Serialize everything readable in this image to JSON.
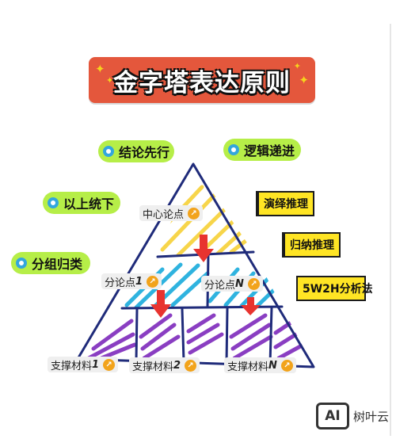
{
  "title": "金字塔表达原则",
  "tags_left": [
    {
      "label": "结论先行"
    },
    {
      "label": "以上统下"
    },
    {
      "label": "分组归类"
    }
  ],
  "tag_right_top": {
    "label": "逻辑递进"
  },
  "methods": [
    {
      "label": "演绎推理"
    },
    {
      "label": "归纳推理"
    },
    {
      "label": "5W2H分析法"
    }
  ],
  "pyramid": {
    "center": {
      "label": "中心论点"
    },
    "sub_1": {
      "label": "分论点",
      "suffix": "1"
    },
    "sub_n": {
      "label": "分论点",
      "suffix": "N"
    },
    "material_1": {
      "label": "支撑材料",
      "suffix": "1"
    },
    "material_2": {
      "label": "支撑材料",
      "suffix": "2"
    },
    "material_n": {
      "label": "支撑材料",
      "suffix": "N"
    }
  },
  "colors": {
    "title_bg": "#e4573c",
    "tag_green": "#b6ee48",
    "ring_blue": "#33a6dd",
    "method_yellow": "#ffe524",
    "hatch_top": "#f7d54a",
    "hatch_mid": "#2fb3df",
    "hatch_bottom": "#8a3ec2",
    "pyramid_outline": "#1f2b7a",
    "down_arrow": "#e8332f",
    "link_icon": "#f2a31b"
  },
  "watermark": {
    "logo": "AI",
    "name": "树叶云"
  }
}
